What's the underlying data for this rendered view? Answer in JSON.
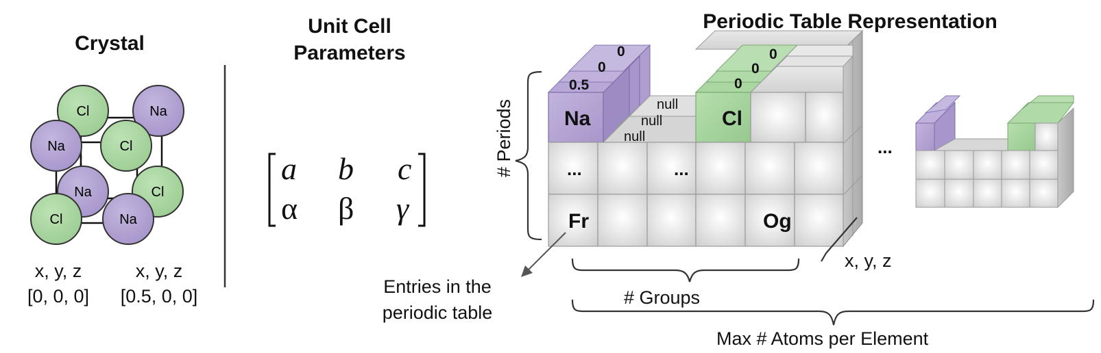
{
  "crystal": {
    "title": "Crystal",
    "atoms": [
      "Cl",
      "Na",
      "Na",
      "Cl",
      "Na",
      "Cl",
      "Cl",
      "Na"
    ],
    "coord1_label": "x, y, z",
    "coord1_value": "[0, 0, 0]",
    "coord2_label": "x, y, z",
    "coord2_value": "[0.5, 0, 0]"
  },
  "unit_cell": {
    "title_line1": "Unit Cell",
    "title_line2": "Parameters",
    "matrix_row1": [
      "a",
      "b",
      "c"
    ],
    "matrix_row2": [
      "α",
      "β",
      "γ"
    ]
  },
  "periodic": {
    "title": "Periodic Table Representation",
    "periods_label": "# Periods",
    "groups_label": "# Groups",
    "max_atoms_label": "Max # Atoms per Element",
    "xyz_label": "x, y, z",
    "entries_label_line1": "Entries in the",
    "entries_label_line2": "periodic table",
    "ellipsis": "...",
    "elements": {
      "na": "Na",
      "cl": "Cl",
      "fr": "Fr",
      "og": "Og"
    },
    "na_coords": [
      "0.5",
      "0",
      "0"
    ],
    "cl_coords": [
      "0",
      "0",
      "0"
    ],
    "null_values": [
      "null",
      "null",
      "null"
    ]
  },
  "colors": {
    "na_purple": "#b3a3d3",
    "cl_green": "#a7d59f",
    "cube_gray": "#dcdcdc",
    "line": "#444444"
  }
}
